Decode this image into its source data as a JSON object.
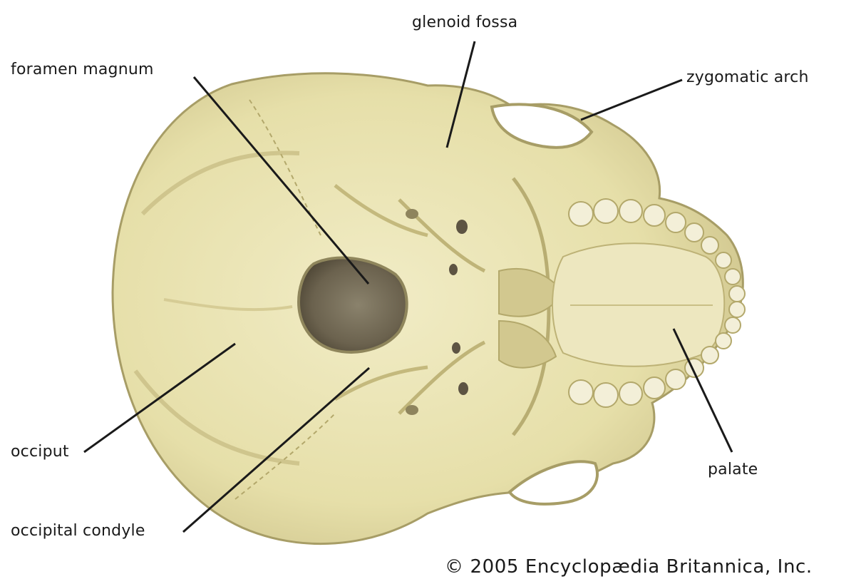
{
  "labels": {
    "glenoid_fossa": "glenoid fossa",
    "foramen_magnum": "foramen magnum",
    "zygomatic_arch": "zygomatic arch",
    "occiput": "occiput",
    "occipital_condyle": "occipital condyle",
    "palate": "palate"
  },
  "copyright": "© 2005 Encyclopædia Britannica, Inc.",
  "colors": {
    "bone": "#e9e3b2",
    "bone_shadow": "#c9c08a",
    "bone_dark": "#a79d66",
    "foramen": "#6d6450",
    "line": "#1a1a1a",
    "teeth": "#f3efd8"
  }
}
